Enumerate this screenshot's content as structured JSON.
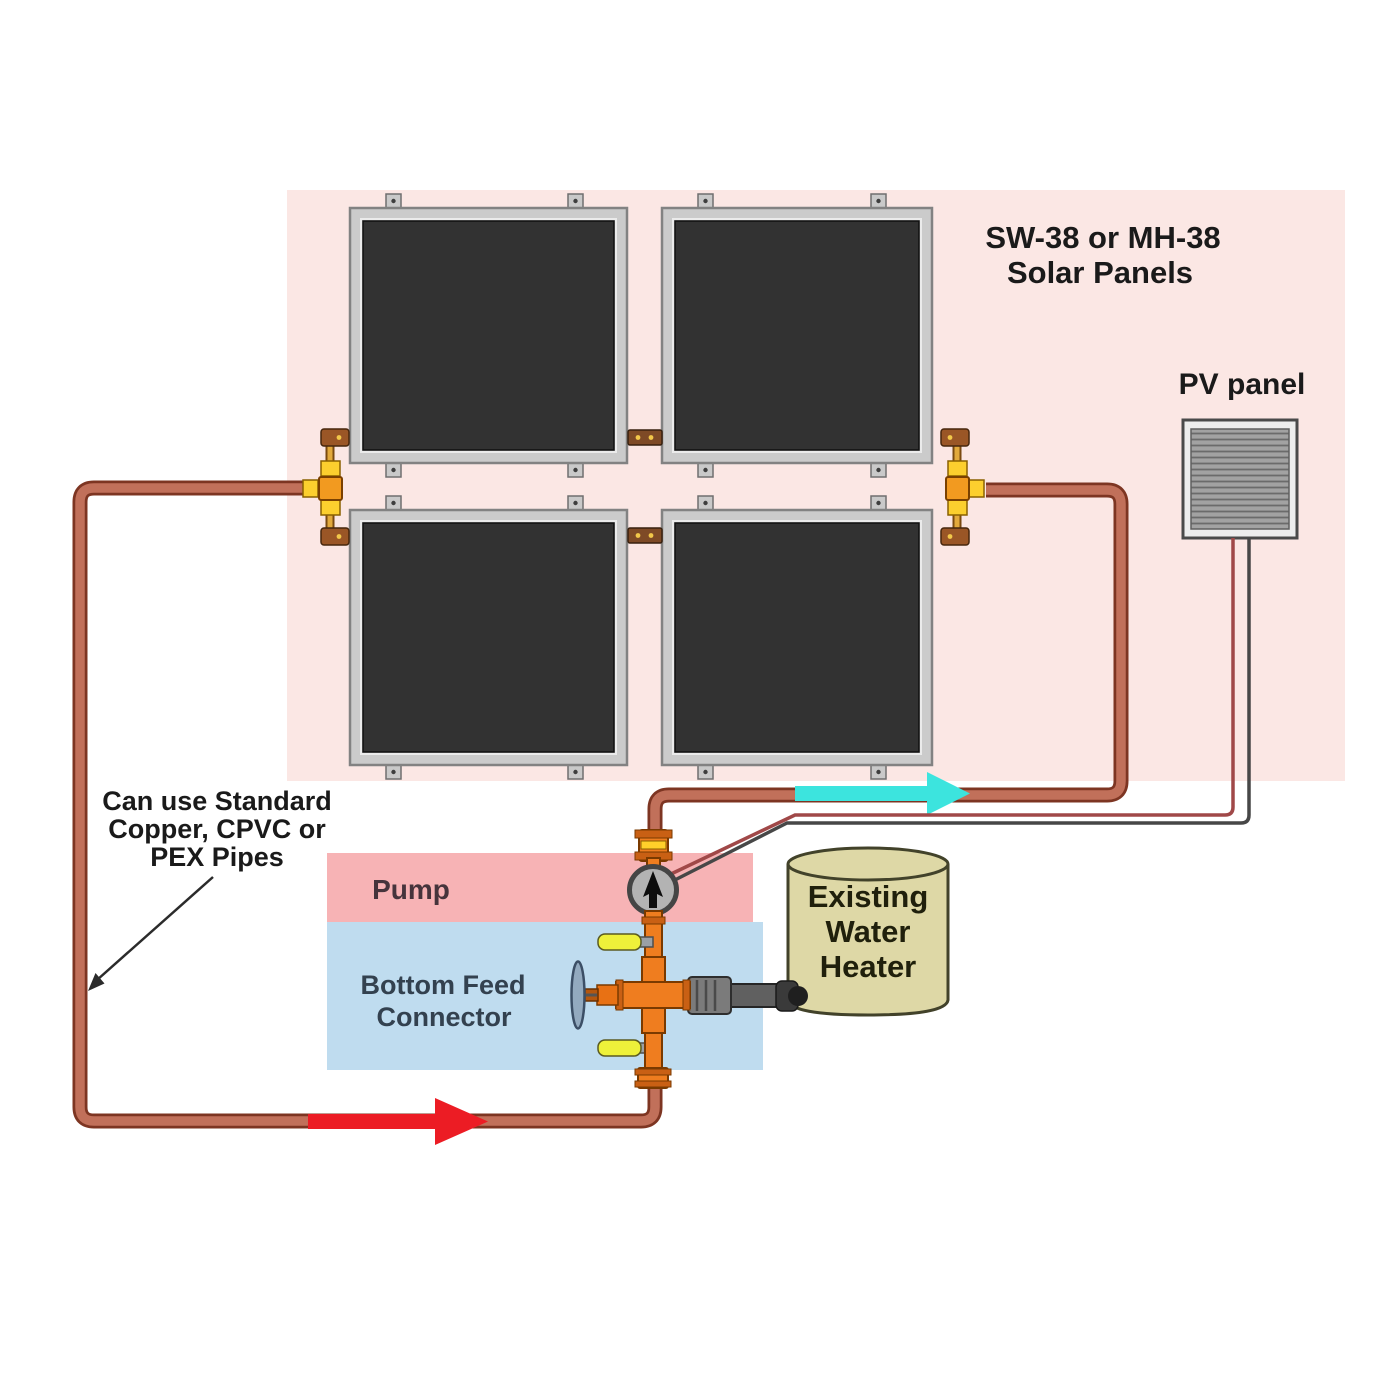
{
  "labels": {
    "solar_panels_title": {
      "line1": "SW-38 or MH-38",
      "line2": "Solar Panels"
    },
    "pv_panel": "PV panel",
    "pipe_note": {
      "line1": "Can use Standard",
      "line2": "Copper, CPVC or",
      "line3": "PEX Pipes"
    },
    "pump": "Pump",
    "bottom_feed": {
      "line1": "Bottom Feed",
      "line2": "Connector"
    },
    "water_heater": {
      "line1": "Existing",
      "line2": "Water",
      "line3": "Heater"
    }
  },
  "components": {
    "solar_panel_count": 4,
    "pv_panel_count": 1
  },
  "icons": {
    "pump": "pump-circle-up-arrow-icon",
    "hot_flow": "cyan-right-flow-arrow",
    "cold_flow": "red-right-flow-arrow",
    "note_pointer": "thin-black-arrow",
    "gate_valve": "blue-gate-valve-handle",
    "ball_valves": "yellow-ball-valve-handles"
  },
  "colors": {
    "background_pink": "#fbe7e4",
    "pump_band": "#f7b3b5",
    "connector_band": "#bfdcef",
    "heater_fill": "#ded8a6",
    "pipe_fill": "#c1705a",
    "pipe_outline": "#7d3522",
    "cyan_arrow": "#3ce4de",
    "red_arrow": "#ec1c24",
    "fitting_orange": "#ef7d1f",
    "brass_yellow": "#fccf2e",
    "panel_absorber": "#323232",
    "panel_frame": "#cbcbcb"
  }
}
